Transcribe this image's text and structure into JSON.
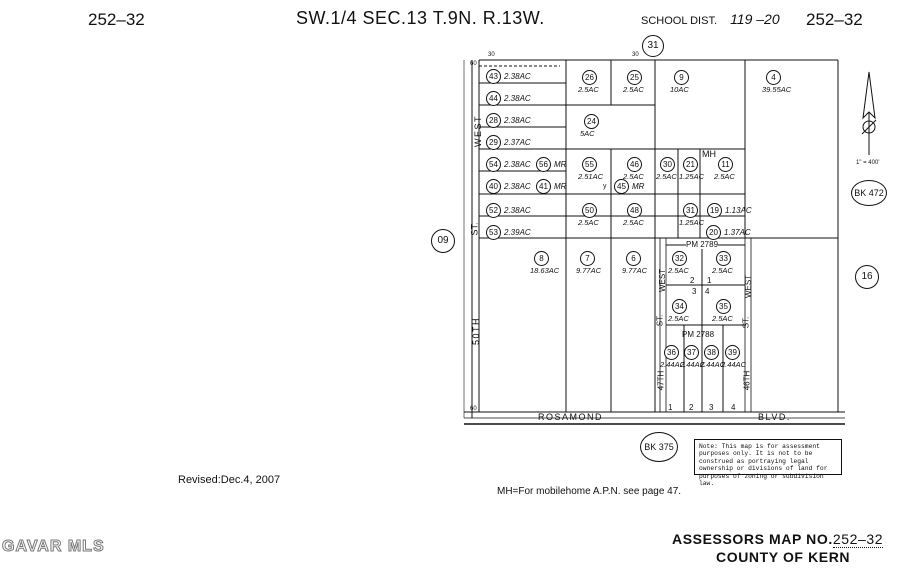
{
  "header": {
    "map_id_left": "252–32",
    "section": "SW.1/4 SEC.13 T.9N. R.13W.",
    "school_dist_label": "SCHOOL DIST.",
    "school_dist_value": "119 –20",
    "map_id_right": "252–32"
  },
  "labels": {
    "book_right": "BK 472",
    "book_bottom": "BK 375",
    "adj_left": "09",
    "adj_right": "16",
    "adj_top": "31",
    "scale": "1\" = 400'",
    "rosamond": "ROSAMOND",
    "blvd": "BLVD.",
    "street_50th_a": "WEST",
    "street_50th_b": "ST.",
    "street_50th_c": "50TH",
    "street_47th_a": "WEST",
    "street_47th_b": "ST.",
    "street_47th_c": "47TH",
    "street_46th_a": "WEST",
    "street_46th_b": "ST.",
    "street_46th_c": "46TH",
    "pm_2789": "PM 2789",
    "pm_2788": "PM 2788",
    "mh": "MH",
    "dim_30_a": "30",
    "dim_30_b": "30",
    "dim_60": "60",
    "dim_60_b": "60",
    "lot_1": "1",
    "lot_2": "2",
    "lot_3": "3",
    "lot_4": "4",
    "lot_2b": "2",
    "lot_1b": "1",
    "lot_3b": "3",
    "lot_4b": "4",
    "y_mark": "y"
  },
  "parcels": [
    {
      "num": "43",
      "area": "2.38AC"
    },
    {
      "num": "44",
      "area": "2.38AC"
    },
    {
      "num": "28",
      "area": "2.38AC"
    },
    {
      "num": "29",
      "area": "2.37AC"
    },
    {
      "num": "54",
      "area": "2.38AC"
    },
    {
      "num": "56",
      "area": "MR"
    },
    {
      "num": "40",
      "area": "2.38AC"
    },
    {
      "num": "41",
      "area": "MR"
    },
    {
      "num": "52",
      "area": "2.38AC"
    },
    {
      "num": "53",
      "area": "2.39AC"
    },
    {
      "num": "26",
      "area": "2.5AC"
    },
    {
      "num": "25",
      "area": "2.5AC"
    },
    {
      "num": "9",
      "area": "10AC"
    },
    {
      "num": "4",
      "area": "39.55AC"
    },
    {
      "num": "24",
      "area": "5AC"
    },
    {
      "num": "55",
      "area": "2.51AC"
    },
    {
      "num": "46",
      "area": "2.5AC"
    },
    {
      "num": "30",
      "area": "2.5AC"
    },
    {
      "num": "21",
      "area": "1.25AC"
    },
    {
      "num": "11",
      "area": "2.5AC"
    },
    {
      "num": "45",
      "area": "MR"
    },
    {
      "num": "50",
      "area": "2.5AC"
    },
    {
      "num": "48",
      "area": "2.5AC"
    },
    {
      "num": "31",
      "area": "1.25AC"
    },
    {
      "num": "19",
      "area": "1.13AC"
    },
    {
      "num": "20",
      "area": "1.37AC"
    },
    {
      "num": "8",
      "area": "18.63AC"
    },
    {
      "num": "7",
      "area": "9.77AC"
    },
    {
      "num": "6",
      "area": "9.77AC"
    },
    {
      "num": "32",
      "area": "2.5AC"
    },
    {
      "num": "33",
      "area": "2.5AC"
    },
    {
      "num": "34",
      "area": "2.5AC"
    },
    {
      "num": "35",
      "area": "2.5AC"
    },
    {
      "num": "36",
      "area": "2.44AC"
    },
    {
      "num": "37",
      "area": "2.44AC"
    },
    {
      "num": "38",
      "area": "2.44AC"
    },
    {
      "num": "39",
      "area": "2.44AC"
    }
  ],
  "note": "Note: This map is for assessment purposes only. It is not to be construed as portraying legal ownership or divisions of land for purposes of zoning or subdivision law.",
  "revised": "Revised:Dec.4, 2007",
  "mh_note": "MH=For mobilehome A.P.N. see page 47.",
  "footer": {
    "title_prefix": "ASSESSORS MAP NO.",
    "title_value": "252–32",
    "county": "COUNTY OF KERN"
  },
  "watermark": "GAVAR MLS"
}
